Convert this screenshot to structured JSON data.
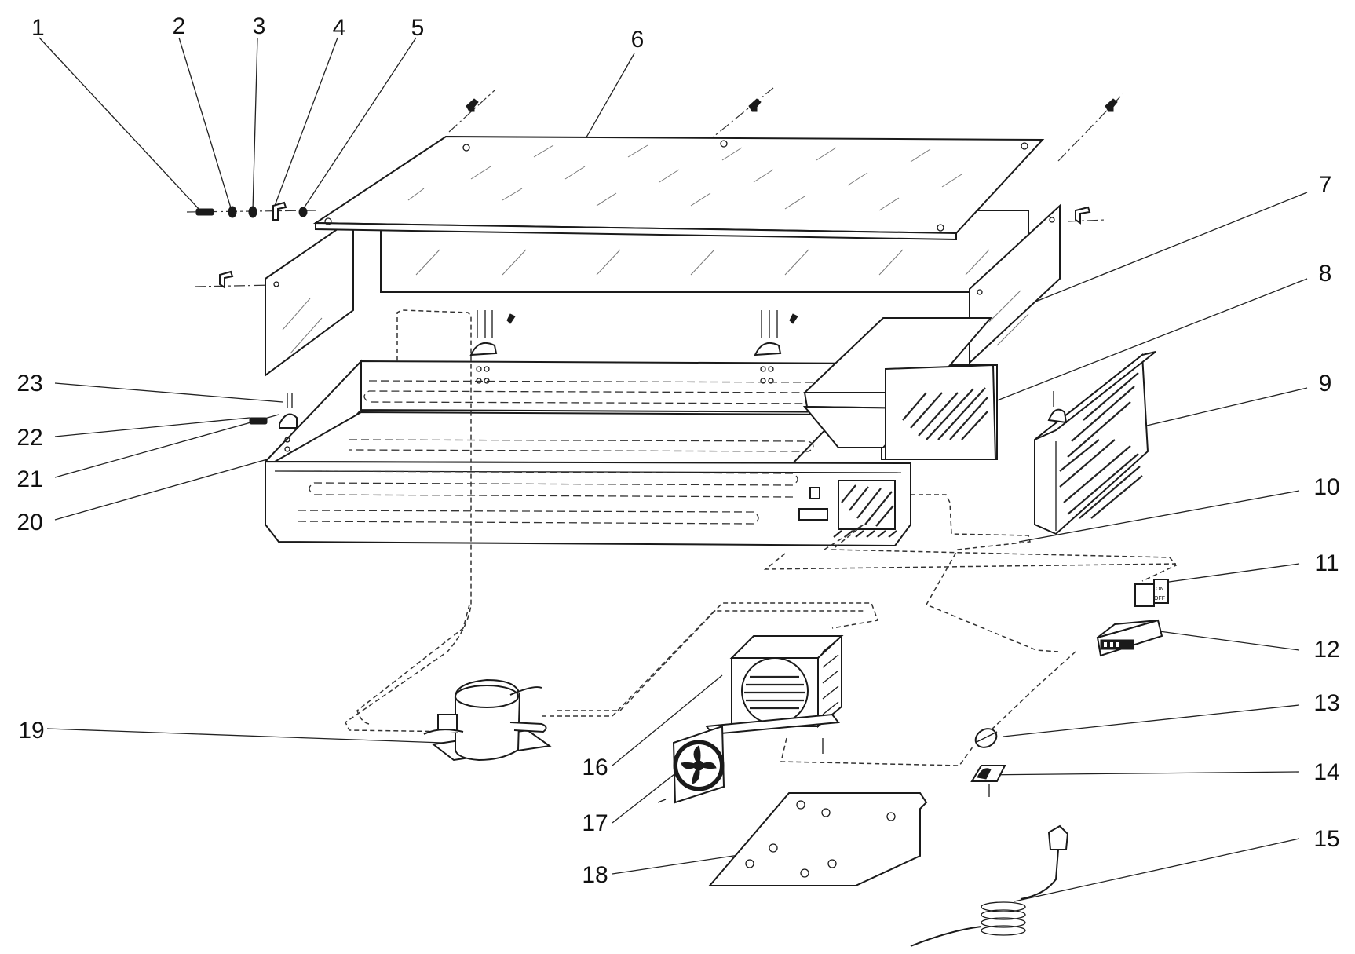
{
  "callouts": [
    {
      "id": "1",
      "label": "1"
    },
    {
      "id": "2",
      "label": "2"
    },
    {
      "id": "3",
      "label": "3"
    },
    {
      "id": "4",
      "label": "4"
    },
    {
      "id": "5",
      "label": "5"
    },
    {
      "id": "6",
      "label": "6"
    },
    {
      "id": "7",
      "label": "7"
    },
    {
      "id": "8",
      "label": "8"
    },
    {
      "id": "9",
      "label": "9"
    },
    {
      "id": "10",
      "label": "10"
    },
    {
      "id": "11",
      "label": "11"
    },
    {
      "id": "12",
      "label": "12"
    },
    {
      "id": "13",
      "label": "13"
    },
    {
      "id": "14",
      "label": "14"
    },
    {
      "id": "15",
      "label": "15"
    },
    {
      "id": "16",
      "label": "16"
    },
    {
      "id": "17",
      "label": "17"
    },
    {
      "id": "18",
      "label": "18"
    },
    {
      "id": "19",
      "label": "19"
    },
    {
      "id": "20",
      "label": "20"
    },
    {
      "id": "21",
      "label": "21"
    },
    {
      "id": "22",
      "label": "22"
    },
    {
      "id": "23",
      "label": "23"
    }
  ],
  "switch_label": {
    "on": "ON",
    "off": "OFF"
  },
  "colors": {
    "line": "#1a1a1a",
    "background": "#ffffff"
  }
}
